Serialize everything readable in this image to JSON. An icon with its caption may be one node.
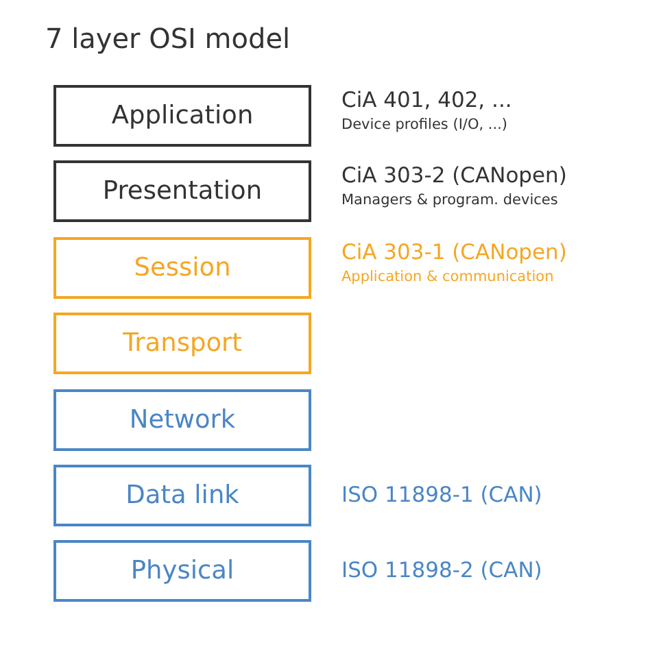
{
  "diagram": {
    "title": "7 layer OSI model",
    "nodes": [
      {
        "text": [
          "Application"
        ],
        "beside": [
          "CiA 401, 402, ...",
          "Device profiles (I/O, ...)"
        ]
      },
      {
        "text": [
          "Presentation"
        ],
        "beside": [
          "CiA 303-2 (CANopen)",
          "Managers & program. devices"
        ]
      },
      {
        "text": [
          "Session"
        ],
        "beside": [
          "CiA 303-1 (CANopen)",
          "Application & communication"
        ]
      },
      {
        "text": [
          "Transport"
        ]
      },
      {
        "text": [
          "Network"
        ]
      },
      {
        "text": [
          "Data link"
        ],
        "beside": [
          "ISO 11898-1 (CAN)"
        ]
      },
      {
        "text": [
          "Physical"
        ],
        "beside": [
          "ISO 11898-2 (CAN)"
        ]
      }
    ]
  }
}
